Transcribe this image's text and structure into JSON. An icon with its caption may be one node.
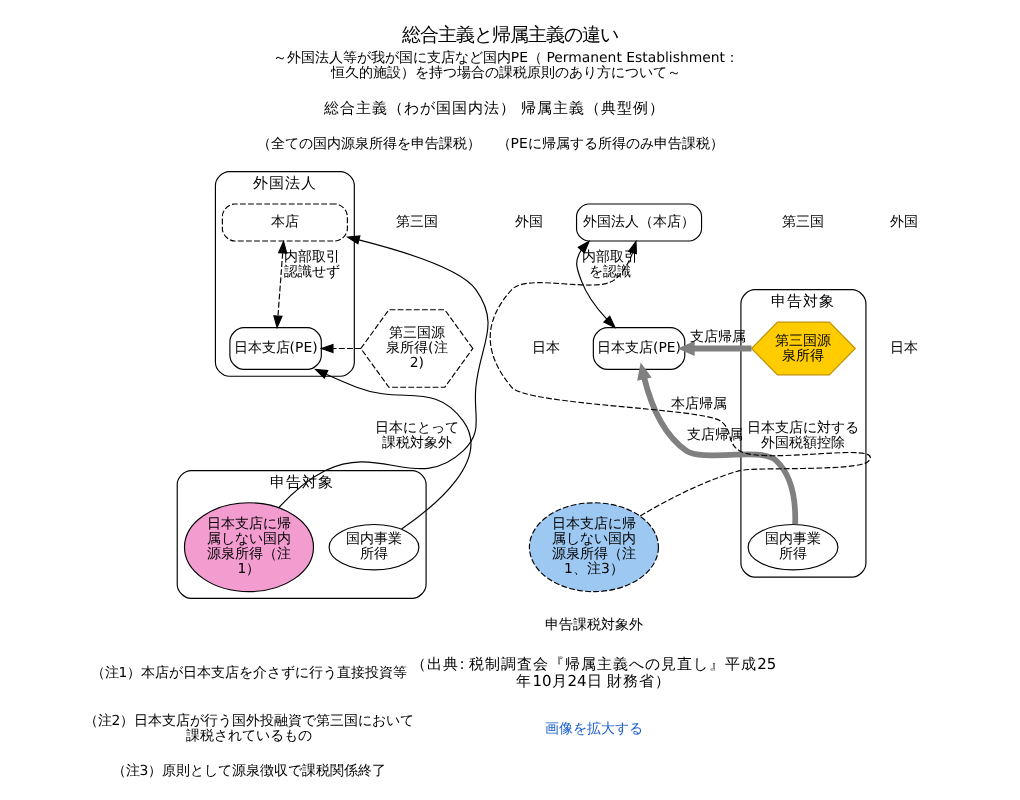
{
  "diagram": {
    "title": "総合主義と帰属主義の違い",
    "caption": "（出典: 税制調査会『帰属主義への見直し』平成25年10月24日 財務省）",
    "nodes": [
      {
        "text": [
          "外国法人"
        ]
      },
      {
        "text": [
          "本店"
        ],
        "in": 0
      },
      {
        "text": [
          "日本支店(PE)"
        ],
        "in": 0
      },
      {
        "text": [
          "第三国源泉所得(注2)"
        ],
        "beside": [
          "日本にとって課税対象外"
        ]
      },
      {
        "text": [
          "申告対象"
        ]
      },
      {
        "text": [
          "国内事業所得"
        ],
        "in": 4
      },
      {
        "text": [
          "日本支店に帰属しない国内源泉所得（注1）"
        ],
        "in": 4
      },
      {
        "text": [
          "外国法人（本店）"
        ]
      },
      {
        "text": [
          "日本支店(PE)"
        ]
      },
      {
        "text": [
          "申告対象"
        ]
      },
      {
        "text": [
          "第三国源泉所得"
        ],
        "in": 9,
        "beside": [
          "日本支店に対する外国税額控除"
        ]
      },
      {
        "text": [
          "国内事業所得"
        ],
        "in": 9
      },
      {
        "text": [
          "日本支店に帰属しない国内源泉所得（注1、注3）"
        ],
        "beside": [
          "申告課税対象外"
        ]
      }
    ],
    "edges": [
      {
        "from": 1,
        "to": 2,
        "arrow": "both",
        "style": "dashed",
        "label": "内部取引認識せず"
      },
      {
        "from": 3,
        "to": 2,
        "arrow": "to",
        "style": "dashed"
      },
      {
        "from": 5,
        "to": 2,
        "arrow": "to"
      },
      {
        "from": 6,
        "to": 1,
        "arrow": "to"
      },
      {
        "from": 7,
        "to": 8,
        "arrow": "both",
        "label": "内部取引を認識"
      },
      {
        "from": 10,
        "to": 8,
        "arrow": "to",
        "style": "thick",
        "color": "#808080",
        "label": "支店帰属"
      },
      {
        "from": 11,
        "to": 8,
        "arrow": "to",
        "style": "thick",
        "color": "#808080",
        "label": "支店帰属"
      },
      {
        "from": 12,
        "to": 7,
        "arrow": "to",
        "style": "dashed",
        "label": "本店帰属"
      }
    ],
    "labels": [
      "～外国法人等が我が国に支店など国内PE（ Permanent Establishment：恒久的施設）を持つ場合の課税原則のあり方について～",
      "総合主義（わが国国内法）",
      "（全ての国内源泉所得を申告課税）",
      "帰属主義（典型例）",
      "（PEに帰属する所得のみ申告課税）",
      "外国",
      "日本",
      "第三国",
      "外国",
      "日本",
      "第三国",
      "（注1）本店が日本支店を介さずに行う直接投資等",
      "（注2）日本支店が行う国外投融資で第三国において課税されているもの",
      "（注3）原則として源泉徴収で課税関係終了",
      "画像を拡大する"
    ]
  }
}
